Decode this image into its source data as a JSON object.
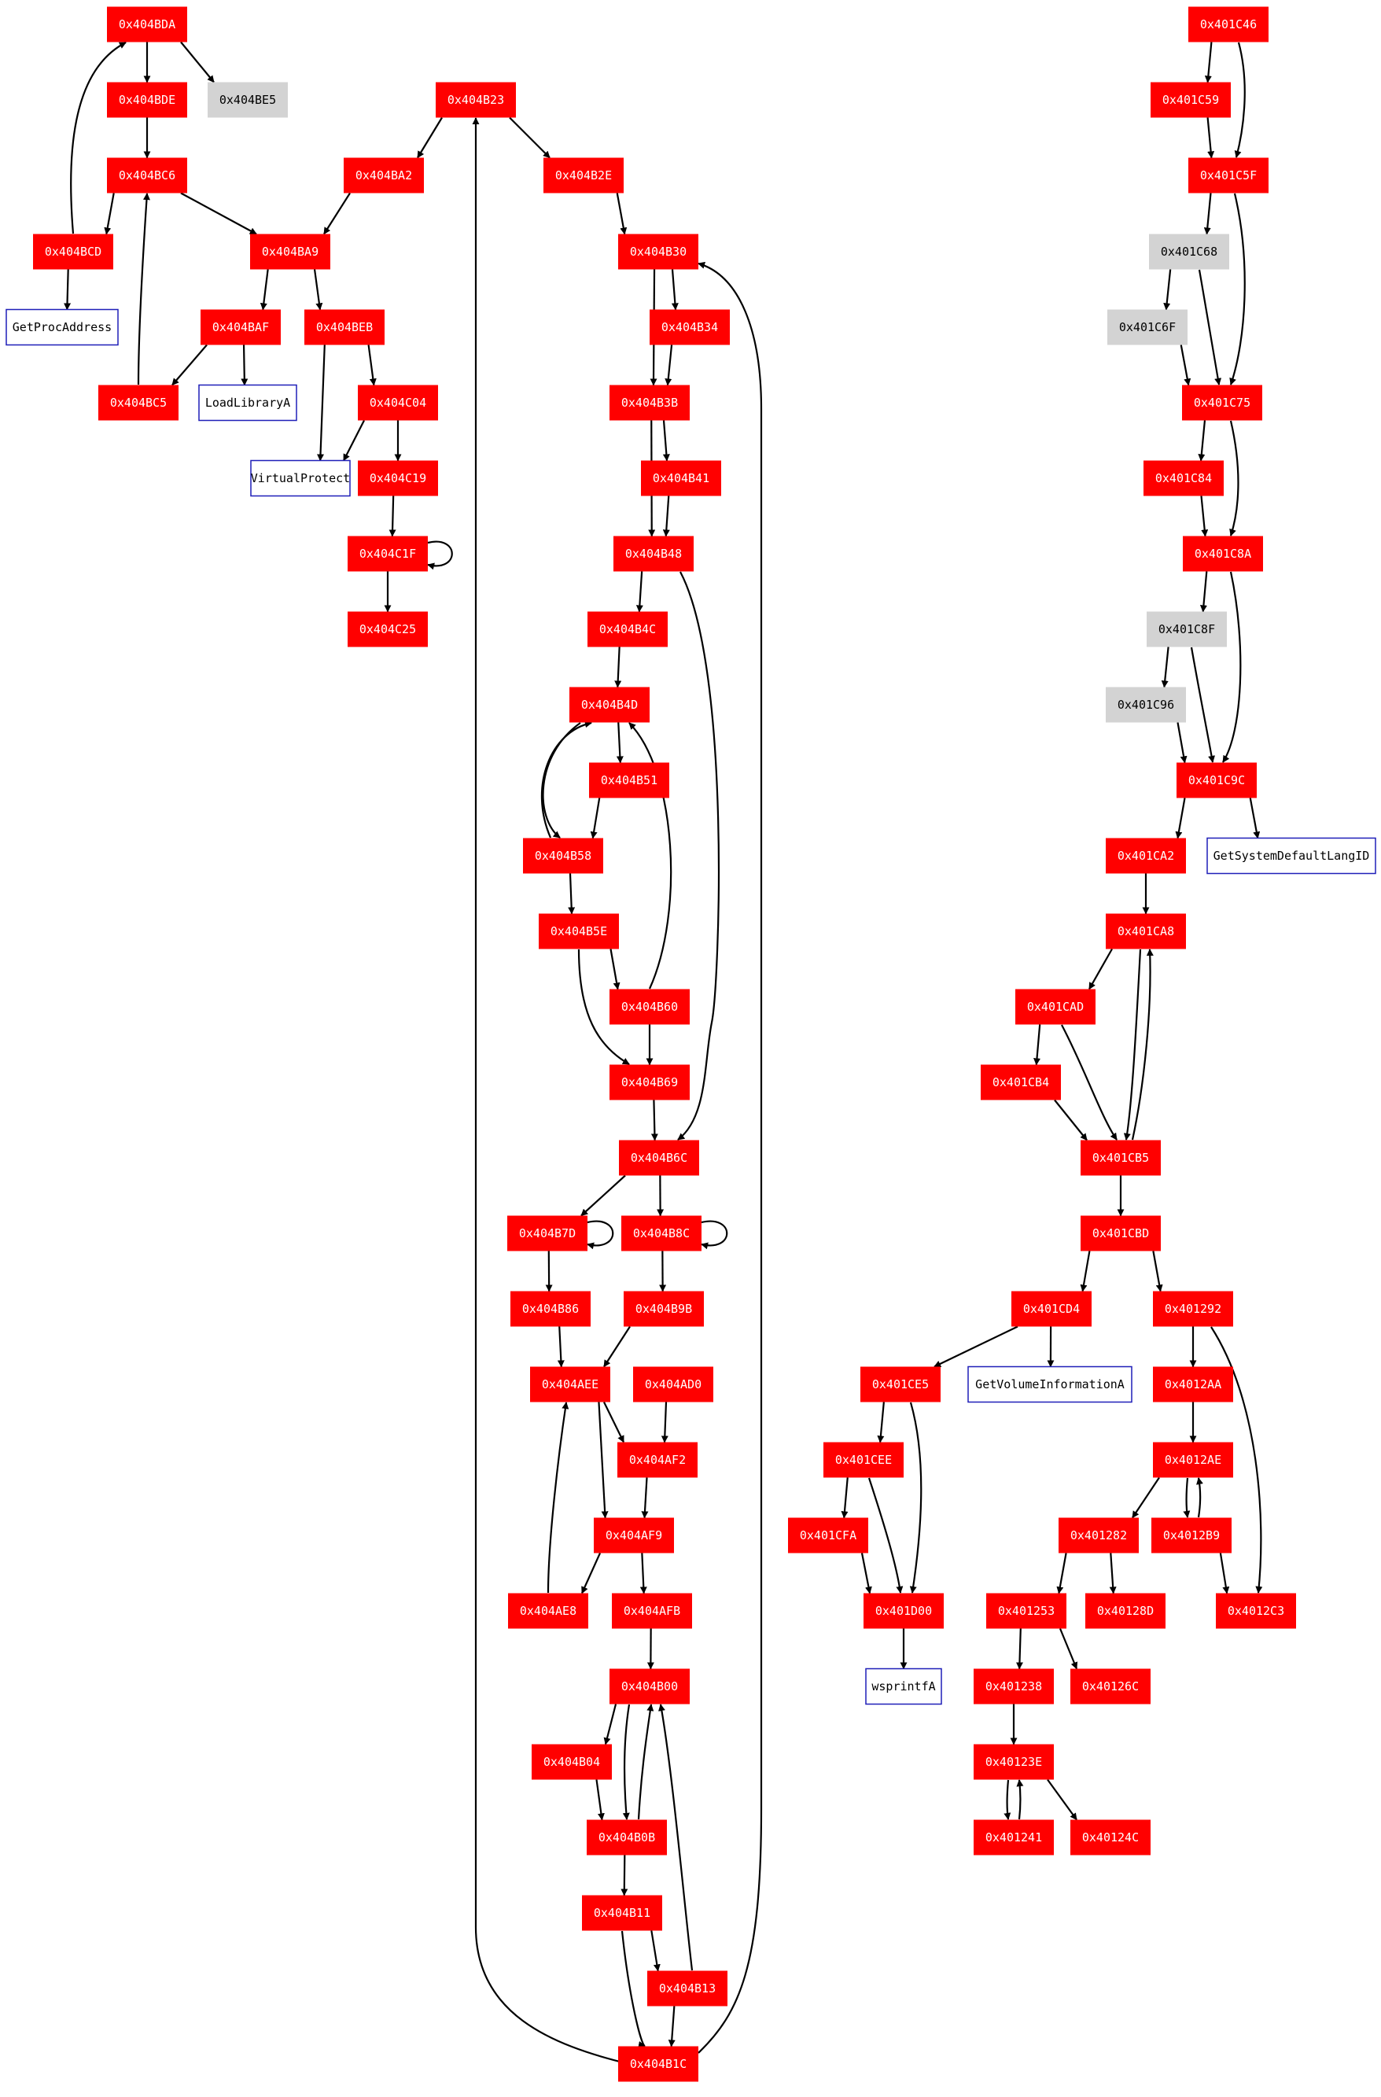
{
  "colors": {
    "block": "#ff0000",
    "block_text": "#ffffff",
    "unexplored": "#d3d3d3",
    "unexplored_text": "#000000",
    "api_border": "#1f1fb8",
    "api_fill": "#ffffff",
    "api_text": "#000000",
    "edge": "#000000"
  },
  "node_kinds": [
    "block",
    "unexplored",
    "api"
  ],
  "nodes": [
    {
      "id": "n404BDA",
      "label": "0x404BDA",
      "kind": "block"
    },
    {
      "id": "n404BDE",
      "label": "0x404BDE",
      "kind": "block"
    },
    {
      "id": "n404BE5",
      "label": "0x404BE5",
      "kind": "unexplored"
    },
    {
      "id": "n404BC6",
      "label": "0x404BC6",
      "kind": "block"
    },
    {
      "id": "n404BCD",
      "label": "0x404BCD",
      "kind": "block"
    },
    {
      "id": "apiGetProcAddress",
      "label": "GetProcAddress",
      "kind": "api"
    },
    {
      "id": "n404BA9",
      "label": "0x404BA9",
      "kind": "block"
    },
    {
      "id": "n404BAF",
      "label": "0x404BAF",
      "kind": "block"
    },
    {
      "id": "n404BEB",
      "label": "0x404BEB",
      "kind": "block"
    },
    {
      "id": "n404BC5",
      "label": "0x404BC5",
      "kind": "block"
    },
    {
      "id": "apiLoadLibraryA",
      "label": "LoadLibraryA",
      "kind": "api"
    },
    {
      "id": "n404C04",
      "label": "0x404C04",
      "kind": "block"
    },
    {
      "id": "apiVirtualProtect",
      "label": "VirtualProtect",
      "kind": "api"
    },
    {
      "id": "n404C19",
      "label": "0x404C19",
      "kind": "block"
    },
    {
      "id": "n404C1F",
      "label": "0x404C1F",
      "kind": "block"
    },
    {
      "id": "n404C25",
      "label": "0x404C25",
      "kind": "block"
    },
    {
      "id": "n404B23",
      "label": "0x404B23",
      "kind": "block"
    },
    {
      "id": "n404BA2",
      "label": "0x404BA2",
      "kind": "block"
    },
    {
      "id": "n404B2E",
      "label": "0x404B2E",
      "kind": "block"
    },
    {
      "id": "n404B30",
      "label": "0x404B30",
      "kind": "block"
    },
    {
      "id": "n404B34",
      "label": "0x404B34",
      "kind": "block"
    },
    {
      "id": "n404B3B",
      "label": "0x404B3B",
      "kind": "block"
    },
    {
      "id": "n404B41",
      "label": "0x404B41",
      "kind": "block"
    },
    {
      "id": "n404B48",
      "label": "0x404B48",
      "kind": "block"
    },
    {
      "id": "n404B4C",
      "label": "0x404B4C",
      "kind": "block"
    },
    {
      "id": "n404B4D",
      "label": "0x404B4D",
      "kind": "block"
    },
    {
      "id": "n404B51",
      "label": "0x404B51",
      "kind": "block"
    },
    {
      "id": "n404B58",
      "label": "0x404B58",
      "kind": "block"
    },
    {
      "id": "n404B5E",
      "label": "0x404B5E",
      "kind": "block"
    },
    {
      "id": "n404B60",
      "label": "0x404B60",
      "kind": "block"
    },
    {
      "id": "n404B69",
      "label": "0x404B69",
      "kind": "block"
    },
    {
      "id": "n404B6C",
      "label": "0x404B6C",
      "kind": "block"
    },
    {
      "id": "n404B7D",
      "label": "0x404B7D",
      "kind": "block"
    },
    {
      "id": "n404B8C",
      "label": "0x404B8C",
      "kind": "block"
    },
    {
      "id": "n404B86",
      "label": "0x404B86",
      "kind": "block"
    },
    {
      "id": "n404B9B",
      "label": "0x404B9B",
      "kind": "block"
    },
    {
      "id": "n404AEE",
      "label": "0x404AEE",
      "kind": "block"
    },
    {
      "id": "n404AD0",
      "label": "0x404AD0",
      "kind": "block"
    },
    {
      "id": "n404AF2",
      "label": "0x404AF2",
      "kind": "block"
    },
    {
      "id": "n404AF9",
      "label": "0x404AF9",
      "kind": "block"
    },
    {
      "id": "n404AE8",
      "label": "0x404AE8",
      "kind": "block"
    },
    {
      "id": "n404AFB",
      "label": "0x404AFB",
      "kind": "block"
    },
    {
      "id": "n404B00",
      "label": "0x404B00",
      "kind": "block"
    },
    {
      "id": "n404B04",
      "label": "0x404B04",
      "kind": "block"
    },
    {
      "id": "n404B0B",
      "label": "0x404B0B",
      "kind": "block"
    },
    {
      "id": "n404B11",
      "label": "0x404B11",
      "kind": "block"
    },
    {
      "id": "n404B13",
      "label": "0x404B13",
      "kind": "block"
    },
    {
      "id": "n404B1C",
      "label": "0x404B1C",
      "kind": "block"
    },
    {
      "id": "n401C46",
      "label": "0x401C46",
      "kind": "block"
    },
    {
      "id": "n401C59",
      "label": "0x401C59",
      "kind": "block"
    },
    {
      "id": "n401C5F",
      "label": "0x401C5F",
      "kind": "block"
    },
    {
      "id": "n401C68",
      "label": "0x401C68",
      "kind": "unexplored"
    },
    {
      "id": "n401C6F",
      "label": "0x401C6F",
      "kind": "unexplored"
    },
    {
      "id": "n401C75",
      "label": "0x401C75",
      "kind": "block"
    },
    {
      "id": "n401C84",
      "label": "0x401C84",
      "kind": "block"
    },
    {
      "id": "n401C8A",
      "label": "0x401C8A",
      "kind": "block"
    },
    {
      "id": "n401C8F",
      "label": "0x401C8F",
      "kind": "unexplored"
    },
    {
      "id": "n401C96",
      "label": "0x401C96",
      "kind": "unexplored"
    },
    {
      "id": "n401C9C",
      "label": "0x401C9C",
      "kind": "block"
    },
    {
      "id": "n401CA2",
      "label": "0x401CA2",
      "kind": "block"
    },
    {
      "id": "apiGetSystemDefaultLangID",
      "label": "GetSystemDefaultLangID",
      "kind": "api"
    },
    {
      "id": "n401CA8",
      "label": "0x401CA8",
      "kind": "block"
    },
    {
      "id": "n401CAD",
      "label": "0x401CAD",
      "kind": "block"
    },
    {
      "id": "n401CB4",
      "label": "0x401CB4",
      "kind": "block"
    },
    {
      "id": "n401CB5",
      "label": "0x401CB5",
      "kind": "block"
    },
    {
      "id": "n401CBD",
      "label": "0x401CBD",
      "kind": "block"
    },
    {
      "id": "n401CD4",
      "label": "0x401CD4",
      "kind": "block"
    },
    {
      "id": "n401292",
      "label": "0x401292",
      "kind": "block"
    },
    {
      "id": "n401CE5",
      "label": "0x401CE5",
      "kind": "block"
    },
    {
      "id": "apiGetVolumeInformationA",
      "label": "GetVolumeInformationA",
      "kind": "api"
    },
    {
      "id": "n4012AA",
      "label": "0x4012AA",
      "kind": "block"
    },
    {
      "id": "n401CEE",
      "label": "0x401CEE",
      "kind": "block"
    },
    {
      "id": "n4012AE",
      "label": "0x4012AE",
      "kind": "block"
    },
    {
      "id": "n401CFA",
      "label": "0x401CFA",
      "kind": "block"
    },
    {
      "id": "n401282",
      "label": "0x401282",
      "kind": "block"
    },
    {
      "id": "n4012B9",
      "label": "0x4012B9",
      "kind": "block"
    },
    {
      "id": "n401D00",
      "label": "0x401D00",
      "kind": "block"
    },
    {
      "id": "n401253",
      "label": "0x401253",
      "kind": "block"
    },
    {
      "id": "n40128D",
      "label": "0x40128D",
      "kind": "block"
    },
    {
      "id": "n4012C3",
      "label": "0x4012C3",
      "kind": "block"
    },
    {
      "id": "apiwsprintfA",
      "label": "wsprintfA",
      "kind": "api"
    },
    {
      "id": "n401238",
      "label": "0x401238",
      "kind": "block"
    },
    {
      "id": "n40126C",
      "label": "0x40126C",
      "kind": "block"
    },
    {
      "id": "n40123E",
      "label": "0x40123E",
      "kind": "block"
    },
    {
      "id": "n401241",
      "label": "0x401241",
      "kind": "block"
    },
    {
      "id": "n40124C",
      "label": "0x40124C",
      "kind": "block"
    }
  ],
  "edges": [
    [
      "n404BDA",
      "n404BDE"
    ],
    [
      "n404BDA",
      "n404BE5"
    ],
    [
      "n404BDE",
      "n404BC6"
    ],
    [
      "n404BC6",
      "n404BCD"
    ],
    [
      "n404BC6",
      "n404BA9"
    ],
    [
      "n404BCD",
      "n404BDA"
    ],
    [
      "n404BCD",
      "apiGetProcAddress"
    ],
    [
      "n404BA2",
      "n404BA9"
    ],
    [
      "n404BA9",
      "n404BAF"
    ],
    [
      "n404BA9",
      "n404BEB"
    ],
    [
      "n404BAF",
      "n404BC5"
    ],
    [
      "n404BAF",
      "apiLoadLibraryA"
    ],
    [
      "n404BC5",
      "n404BC6"
    ],
    [
      "n404BEB",
      "apiVirtualProtect"
    ],
    [
      "n404BEB",
      "n404C04"
    ],
    [
      "n404C04",
      "apiVirtualProtect"
    ],
    [
      "n404C04",
      "n404C19"
    ],
    [
      "n404C19",
      "n404C1F"
    ],
    [
      "n404C1F",
      "n404C1F"
    ],
    [
      "n404C1F",
      "n404C25"
    ],
    [
      "n404B23",
      "n404BA2"
    ],
    [
      "n404B23",
      "n404B2E"
    ],
    [
      "n404B2E",
      "n404B30"
    ],
    [
      "n404B30",
      "n404B34"
    ],
    [
      "n404B30",
      "n404B3B"
    ],
    [
      "n404B34",
      "n404B3B"
    ],
    [
      "n404B3B",
      "n404B41"
    ],
    [
      "n404B3B",
      "n404B48"
    ],
    [
      "n404B41",
      "n404B48"
    ],
    [
      "n404B48",
      "n404B4C"
    ],
    [
      "n404B48",
      "n404B6C"
    ],
    [
      "n404B4C",
      "n404B4D"
    ],
    [
      "n404B4D",
      "n404B51"
    ],
    [
      "n404B4D",
      "n404B58"
    ],
    [
      "n404B51",
      "n404B58"
    ],
    [
      "n404B58",
      "n404B4D"
    ],
    [
      "n404B58",
      "n404B5E"
    ],
    [
      "n404B5E",
      "n404B60"
    ],
    [
      "n404B5E",
      "n404B69"
    ],
    [
      "n404B60",
      "n404B4D"
    ],
    [
      "n404B60",
      "n404B69"
    ],
    [
      "n404B69",
      "n404B6C"
    ],
    [
      "n404B6C",
      "n404B7D"
    ],
    [
      "n404B6C",
      "n404B8C"
    ],
    [
      "n404B7D",
      "n404B7D"
    ],
    [
      "n404B7D",
      "n404B86"
    ],
    [
      "n404B8C",
      "n404B8C"
    ],
    [
      "n404B8C",
      "n404B9B"
    ],
    [
      "n404B86",
      "n404AEE"
    ],
    [
      "n404B9B",
      "n404AEE"
    ],
    [
      "n404AEE",
      "n404AF2"
    ],
    [
      "n404AEE",
      "n404AF9"
    ],
    [
      "n404AD0",
      "n404AF2"
    ],
    [
      "n404AF2",
      "n404AF9"
    ],
    [
      "n404AF9",
      "n404AE8"
    ],
    [
      "n404AF9",
      "n404AFB"
    ],
    [
      "n404AE8",
      "n404AEE"
    ],
    [
      "n404AFB",
      "n404B00"
    ],
    [
      "n404B00",
      "n404B04"
    ],
    [
      "n404B00",
      "n404B0B"
    ],
    [
      "n404B04",
      "n404B0B"
    ],
    [
      "n404B0B",
      "n404B00"
    ],
    [
      "n404B0B",
      "n404B11"
    ],
    [
      "n404B11",
      "n404B13"
    ],
    [
      "n404B11",
      "n404B1C"
    ],
    [
      "n404B13",
      "n404B00"
    ],
    [
      "n404B13",
      "n404B1C"
    ],
    [
      "n404B1C",
      "n404B23"
    ],
    [
      "n404B1C",
      "n404B30"
    ],
    [
      "n401C46",
      "n401C59"
    ],
    [
      "n401C46",
      "n401C5F"
    ],
    [
      "n401C59",
      "n401C5F"
    ],
    [
      "n401C5F",
      "n401C68"
    ],
    [
      "n401C5F",
      "n401C75"
    ],
    [
      "n401C68",
      "n401C6F"
    ],
    [
      "n401C68",
      "n401C75"
    ],
    [
      "n401C6F",
      "n401C75"
    ],
    [
      "n401C75",
      "n401C84"
    ],
    [
      "n401C75",
      "n401C8A"
    ],
    [
      "n401C84",
      "n401C8A"
    ],
    [
      "n401C8A",
      "n401C8F"
    ],
    [
      "n401C8A",
      "n401C9C"
    ],
    [
      "n401C8F",
      "n401C96"
    ],
    [
      "n401C8F",
      "n401C9C"
    ],
    [
      "n401C96",
      "n401C9C"
    ],
    [
      "n401C9C",
      "n401CA2"
    ],
    [
      "n401C9C",
      "apiGetSystemDefaultLangID"
    ],
    [
      "n401CA2",
      "n401CA8"
    ],
    [
      "n401CA8",
      "n401CAD"
    ],
    [
      "n401CA8",
      "n401CB5"
    ],
    [
      "n401CAD",
      "n401CB4"
    ],
    [
      "n401CAD",
      "n401CB5"
    ],
    [
      "n401CB4",
      "n401CB5"
    ],
    [
      "n401CB5",
      "n401CA8"
    ],
    [
      "n401CB5",
      "n401CBD"
    ],
    [
      "n401CBD",
      "n401CD4"
    ],
    [
      "n401CBD",
      "n401292"
    ],
    [
      "n401CD4",
      "n401CE5"
    ],
    [
      "n401CD4",
      "apiGetVolumeInformationA"
    ],
    [
      "n401CE5",
      "n401CEE"
    ],
    [
      "n401CE5",
      "n401D00"
    ],
    [
      "n401CEE",
      "n401CFA"
    ],
    [
      "n401CEE",
      "n401D00"
    ],
    [
      "n401CFA",
      "n401D00"
    ],
    [
      "n401D00",
      "apiwsprintfA"
    ],
    [
      "n401292",
      "n4012AA"
    ],
    [
      "n401292",
      "n4012C3"
    ],
    [
      "n4012AA",
      "n4012AE"
    ],
    [
      "n4012AE",
      "n401282"
    ],
    [
      "n4012AE",
      "n4012B9"
    ],
    [
      "n4012B9",
      "n4012AE"
    ],
    [
      "n4012B9",
      "n4012C3"
    ],
    [
      "n401282",
      "n401253"
    ],
    [
      "n401282",
      "n40128D"
    ],
    [
      "n401253",
      "n401238"
    ],
    [
      "n401253",
      "n40126C"
    ],
    [
      "n401238",
      "n40123E"
    ],
    [
      "n40123E",
      "n401241"
    ],
    [
      "n40123E",
      "n40124C"
    ],
    [
      "n401241",
      "n40123E"
    ]
  ]
}
